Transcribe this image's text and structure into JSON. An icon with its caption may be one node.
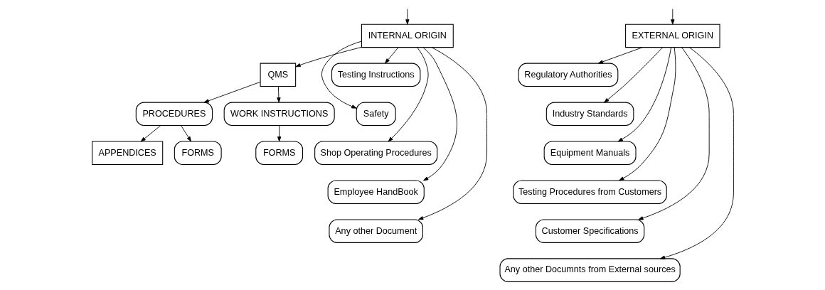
{
  "diagram": {
    "nodes": [
      {
        "text": [
          "INTERNAL ORIGIN"
        ]
      },
      {
        "text": [
          "EXTERNAL ORIGIN"
        ]
      },
      {
        "text": [
          "QMS"
        ]
      },
      {
        "text": [
          "Safety"
        ]
      },
      {
        "text": [
          "Testing Instructions"
        ]
      },
      {
        "text": [
          "Shop Operating Procedures"
        ]
      },
      {
        "text": [
          "Employee HandBook"
        ]
      },
      {
        "text": [
          "Any other Document"
        ]
      },
      {
        "text": [
          "PROCEDURES"
        ]
      },
      {
        "text": [
          "WORK INSTRUCTIONS"
        ]
      },
      {
        "text": [
          "APPENDICES"
        ]
      },
      {
        "text": [
          "FORMS"
        ]
      },
      {
        "text": [
          "FORMS"
        ]
      },
      {
        "text": [
          "Regulatory Authorities"
        ]
      },
      {
        "text": [
          "Industry Standards"
        ]
      },
      {
        "text": [
          "Equipment Manuals"
        ]
      },
      {
        "text": [
          "Testing Procedures from Customers"
        ]
      },
      {
        "text": [
          "Customer Specifications"
        ]
      },
      {
        "text": [
          "Any other Documnts from External sources"
        ]
      }
    ],
    "edges": [
      {
        "from": null,
        "to": 0,
        "arrow": "to"
      },
      {
        "from": null,
        "to": 1,
        "arrow": "to"
      },
      {
        "from": 0,
        "to": 2,
        "arrow": "to"
      },
      {
        "from": 0,
        "to": 4,
        "arrow": "to"
      },
      {
        "from": 0,
        "to": 3,
        "arrow": "to"
      },
      {
        "from": 0,
        "to": 5,
        "arrow": "to"
      },
      {
        "from": 0,
        "to": 6,
        "arrow": "to"
      },
      {
        "from": 0,
        "to": 7,
        "arrow": "to"
      },
      {
        "from": 2,
        "to": 8,
        "arrow": "to"
      },
      {
        "from": 2,
        "to": 9,
        "arrow": "to"
      },
      {
        "from": 8,
        "to": 10,
        "arrow": "to"
      },
      {
        "from": 8,
        "to": 11,
        "arrow": "to"
      },
      {
        "from": 9,
        "to": 12,
        "arrow": "to"
      },
      {
        "from": 1,
        "to": 13,
        "arrow": "to"
      },
      {
        "from": 1,
        "to": 14,
        "arrow": "to"
      },
      {
        "from": 1,
        "to": 15,
        "arrow": "to"
      },
      {
        "from": 1,
        "to": 16,
        "arrow": "to"
      },
      {
        "from": 1,
        "to": 17,
        "arrow": "to"
      },
      {
        "from": 1,
        "to": 18,
        "arrow": "to"
      }
    ]
  }
}
